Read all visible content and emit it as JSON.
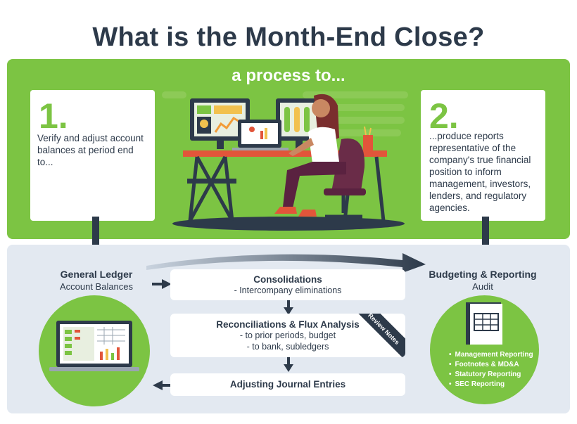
{
  "title": "What is the Month-End Close?",
  "subtitle": "a process to...",
  "step1": {
    "number": "1.",
    "text": "Verify and adjust account balances at period end to..."
  },
  "step2": {
    "number": "2.",
    "text": "...produce reports representative of the company's true financial position to inform management, investors, lenders, and regulatory agencies."
  },
  "left": {
    "title": "General Ledger",
    "subtitle": "Account Balances"
  },
  "right": {
    "title": "Budgeting & Reporting",
    "subtitle": "Audit",
    "bullets": [
      "Management Reporting",
      "Footnotes & MD&A",
      "Statutory Reporting",
      "SEC Reporting"
    ]
  },
  "consolidations": {
    "title": "Consolidations",
    "lines": [
      "- Intercompany eliminations"
    ]
  },
  "reconciliations": {
    "title": "Reconciliations & Flux Analysis",
    "lines": [
      "- to prior periods, budget",
      "- to bank, subledgers"
    ]
  },
  "adjusting": {
    "title": "Adjusting Journal Entries"
  },
  "ribbon": "Review Notes",
  "colors": {
    "green": "#7cc443",
    "navy": "#2d3a4a",
    "light_blue": "#e3e9f1"
  }
}
